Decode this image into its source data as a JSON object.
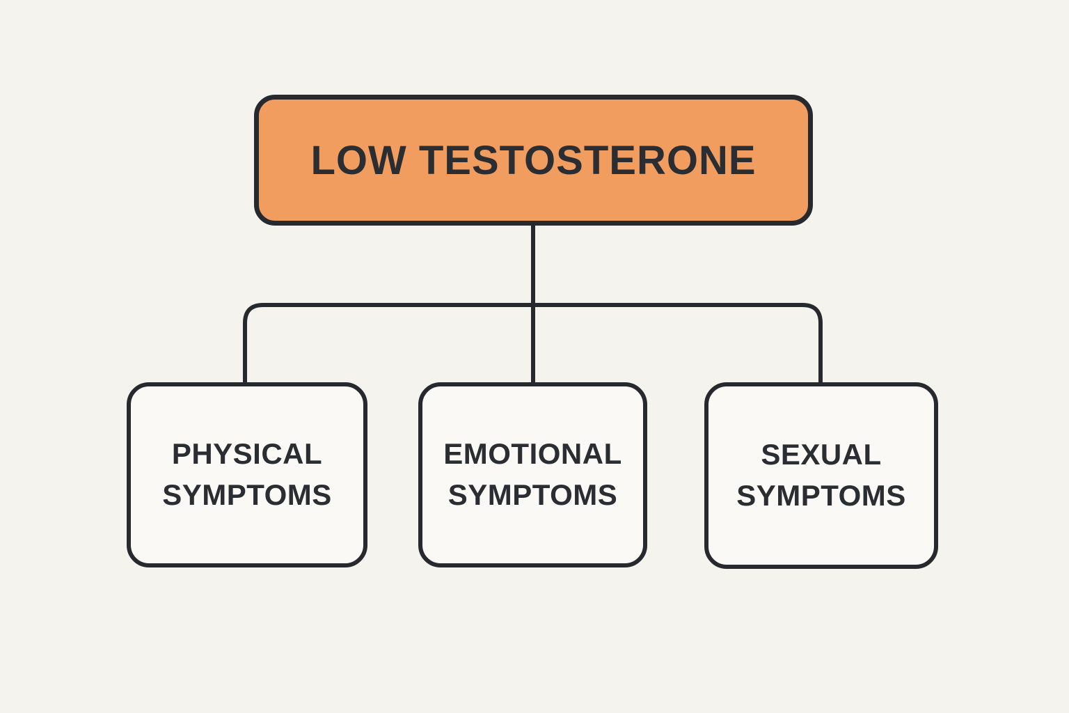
{
  "diagram": {
    "root": {
      "label": "LOW TESTOSTERONE"
    },
    "children": [
      {
        "label": "PHYSICAL SYMPTOMS"
      },
      {
        "label": "EMOTIONAL SYMPTOMS"
      },
      {
        "label": "SEXUAL SYMPTOMS"
      }
    ],
    "colors": {
      "background": "#F5F3EE",
      "root_fill": "#F29D60",
      "child_fill": "#FAF9F5",
      "line": "#26292D",
      "text": "#2A2D31"
    }
  }
}
